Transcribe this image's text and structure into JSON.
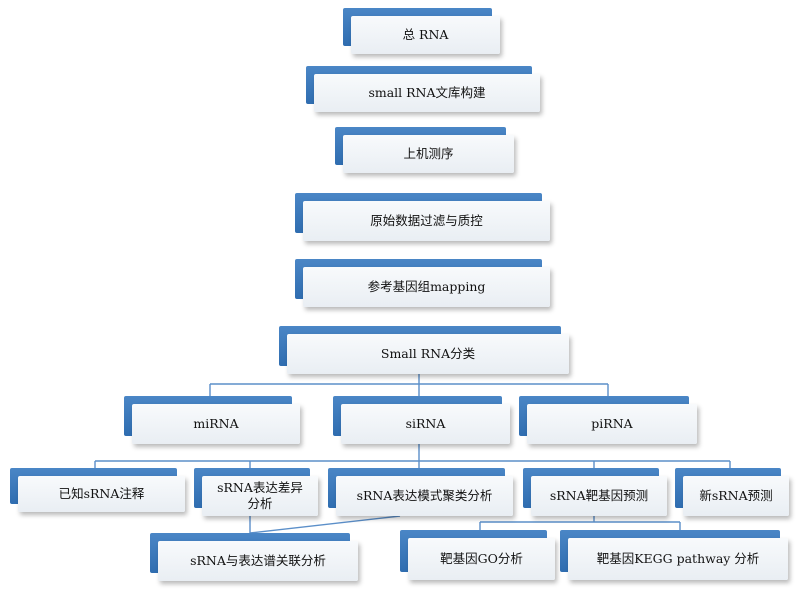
{
  "colors": {
    "tab": "#2f6db0",
    "card": "#eef2f6",
    "connector": "#5b8fc9"
  },
  "nodes": {
    "total_rna": "总 RNA",
    "library": "small RNA文库构建",
    "sequencing": "上机测序",
    "filtering": "原始数据过滤与质控",
    "mapping": "参考基因组mapping",
    "classification": "Small RNA分类",
    "mirna": "miRNA",
    "sirna": "siRNA",
    "pirna": "piRNA",
    "known_annotation": "已知sRNA注释",
    "differential": "sRNA表达差异分析",
    "clustering": "sRNA表达模式聚类分析",
    "target_prediction": "sRNA靶基因预测",
    "novel_prediction": "新sRNA预测",
    "association": "sRNA与表达谱关联分析",
    "go_analysis": "靶基因GO分析",
    "kegg_analysis": "靶基因KEGG pathway 分析"
  }
}
